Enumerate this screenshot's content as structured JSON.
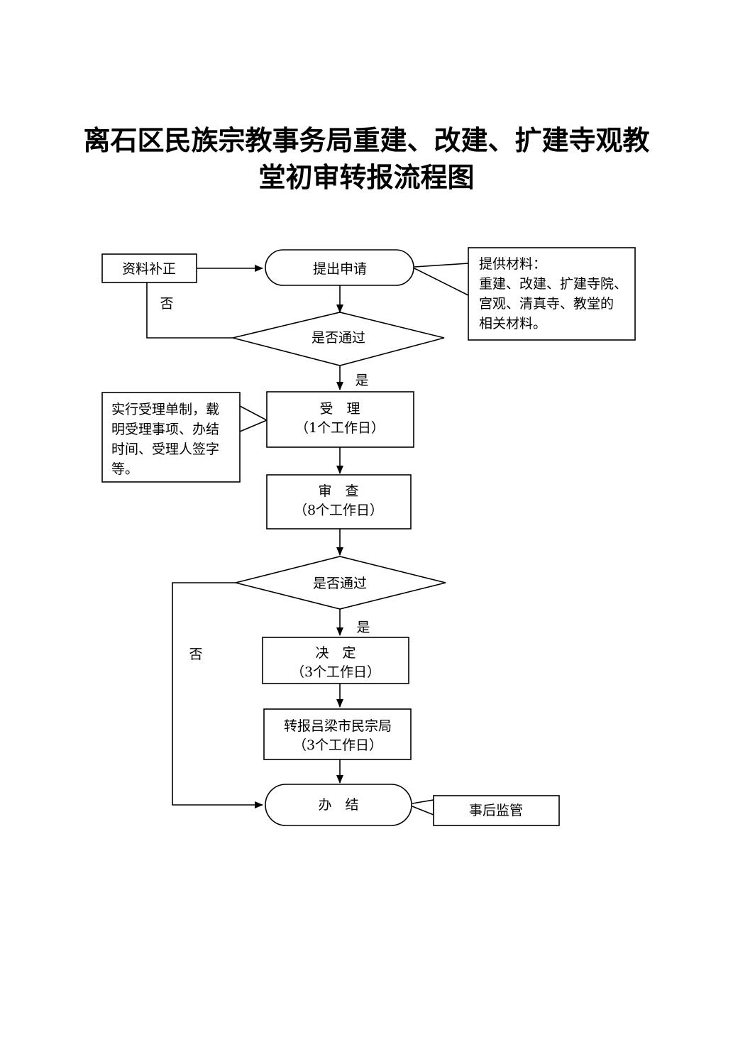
{
  "title": {
    "line1": "离石区民族宗教事务局重建、改建、扩建寺观教",
    "line2": "堂初审转报流程图"
  },
  "nodes": {
    "correction": "资料补正",
    "apply": "提出申请",
    "materials": [
      "提供材料：",
      "重建、改建、扩建寺院、",
      "宫观、清真寺、教堂的",
      "相关材料。"
    ],
    "decision1": "是否通过",
    "yes1": "是",
    "no1": "否",
    "acceptance_note": [
      "实行受理单制，载",
      "明受理事项、办结",
      "时间、受理人签字",
      "等。"
    ],
    "accept": [
      "受　理",
      "（1个工作日）"
    ],
    "review": [
      "审　查",
      "（8个工作日）"
    ],
    "decision2": "是否通过",
    "yes2": "是",
    "no2": "否",
    "decide": [
      "决　定",
      "（3个工作日）"
    ],
    "report": [
      "转报吕梁市民宗局",
      "（3个工作日）"
    ],
    "finish": "办　结",
    "supervision": "事后监管"
  }
}
